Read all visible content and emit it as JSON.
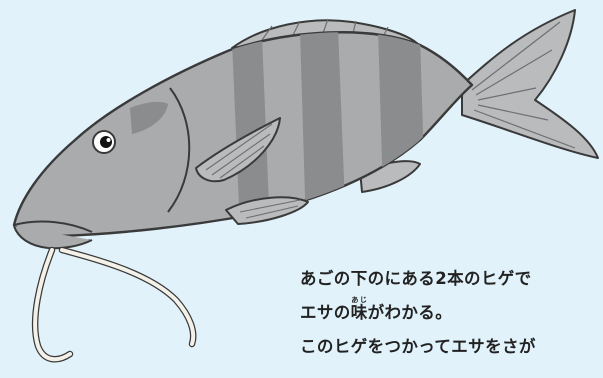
{
  "illustration": {
    "subject": "goatfish",
    "colors": {
      "background": "#e1f2fb",
      "body": "#a9abad",
      "dark_band": "#8a8c8e",
      "fin": "#b9bbbd",
      "outline": "#3a3a3a",
      "barbel": "#f4f1e8",
      "eye_white": "#ffffff",
      "pupil": "#111111"
    }
  },
  "caption": {
    "line1": "あごの下のにある2本のヒゲで",
    "line2_prefix": "エサの",
    "line2_kanji": "味",
    "line2_ruby": "あじ",
    "line2_suffix": "がわかる。",
    "line3": "このヒゲをつかってエサをさが"
  }
}
